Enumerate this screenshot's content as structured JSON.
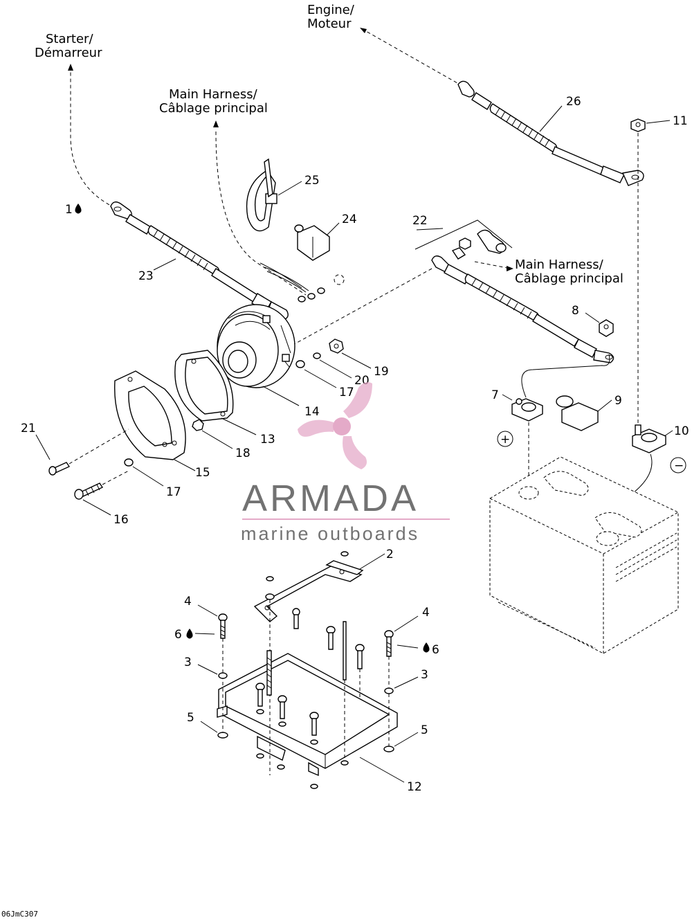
{
  "callouts": {
    "engine": "Engine/",
    "engine_fr": "Moteur",
    "starter": "Starter/",
    "starter_fr": "Démarreur",
    "harness_top": "Main Harness/",
    "harness_top_fr": "Câblage principal",
    "harness_right": "Main Harness/",
    "harness_right_fr": "Câblage principal"
  },
  "refs": {
    "r1": "1",
    "r2": "2",
    "r3a": "3",
    "r3b": "3",
    "r4a": "4",
    "r4b": "4",
    "r5a": "5",
    "r5b": "5",
    "r6a": "6",
    "r6b": "6",
    "r7": "7",
    "r8": "8",
    "r9": "9",
    "r10": "10",
    "r11": "11",
    "r12": "12",
    "r13": "13",
    "r14": "14",
    "r15": "15",
    "r16": "16",
    "r17a": "17",
    "r17b": "17",
    "r18": "18",
    "r19": "19",
    "r20": "20",
    "r21": "21",
    "r22": "22",
    "r23": "23",
    "r24": "24",
    "r25": "25",
    "r26": "26"
  },
  "polarity": {
    "positive": "+",
    "negative": "−"
  },
  "drawing_code": "06JmC307",
  "watermark": {
    "title": "ARMADA",
    "subtitle": "marine outboards",
    "accent_color": "#e3a6c6",
    "text_color": "#6b6b6b",
    "icon": "propeller-logo"
  },
  "icons": {
    "drop": "drop-icon"
  }
}
